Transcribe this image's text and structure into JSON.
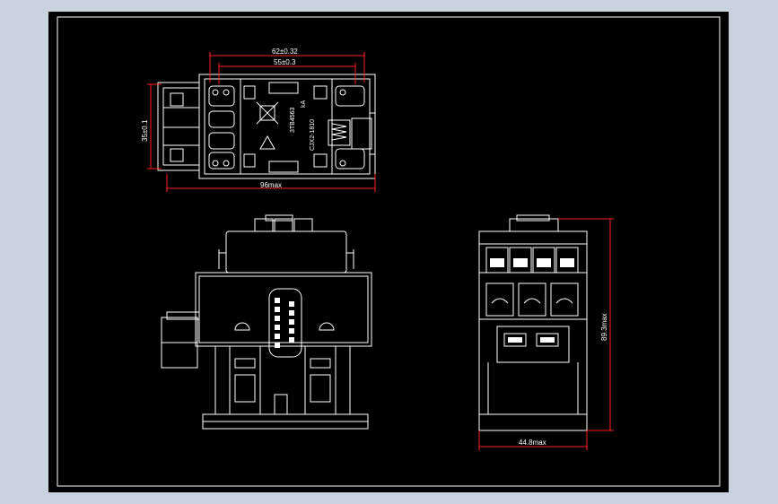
{
  "colors": {
    "window_bg": "#c9d2de",
    "sheet_bg": "#000000",
    "line": "#ffffff",
    "dimension": "#ff2020"
  },
  "dimensions": {
    "top_width_outer": "62±0.32",
    "top_width_inner": "55±0.3",
    "top_height": "35±0.1",
    "top_overall": "96max",
    "side_height": "89.3max",
    "side_width": "44.8max"
  },
  "label_text": {
    "code": "3TB4563",
    "rating": "CJX2-1810",
    "unit": "kA"
  }
}
